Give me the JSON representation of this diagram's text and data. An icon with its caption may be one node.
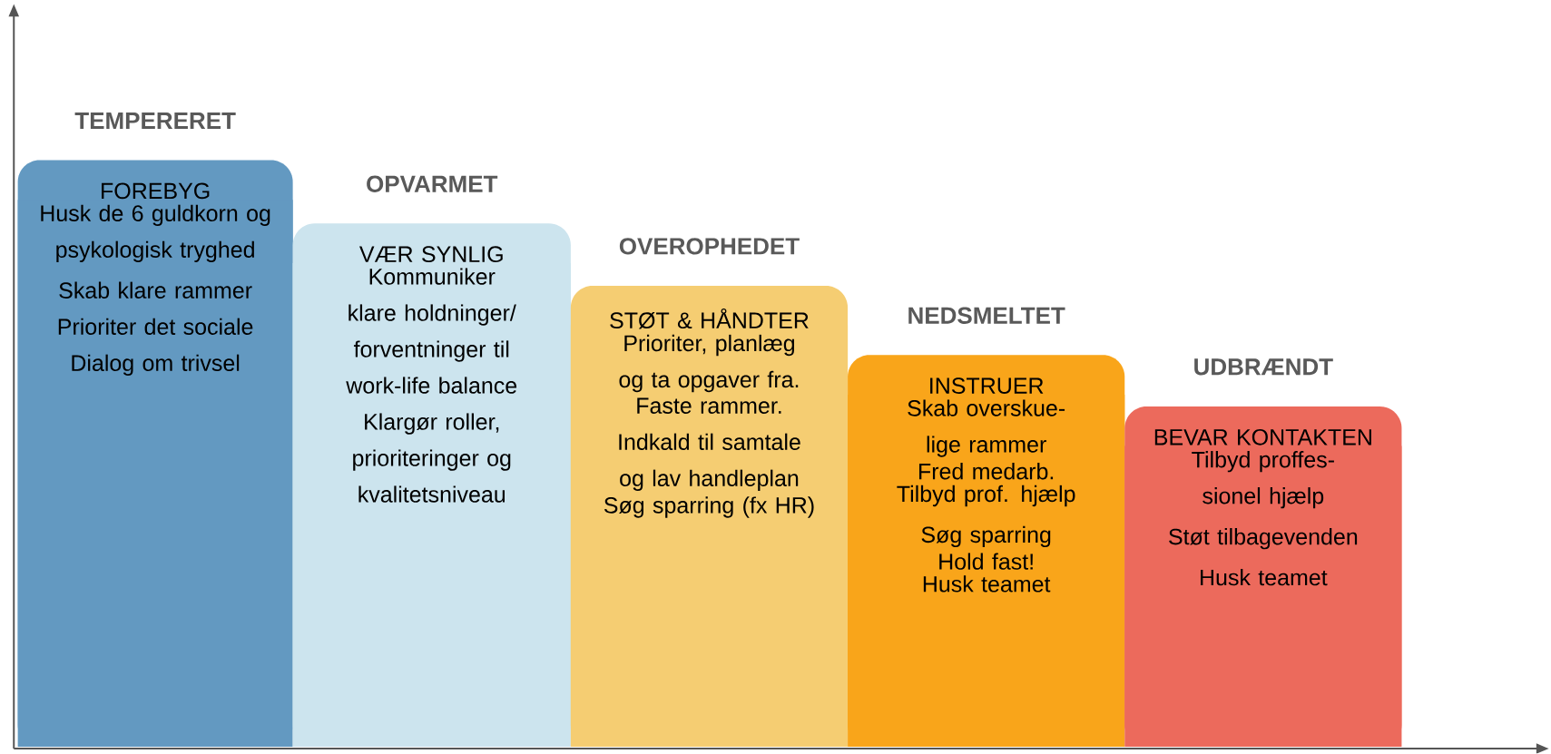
{
  "diagram": {
    "nodes": [
      {
        "text": [
          "TEMPERERET",
          "FOREBYG",
          "Husk de 6 guldkorn og psykologisk tryghed",
          "Skab klare rammer",
          "Prioriter det sociale",
          "Dialog om trivsel"
        ]
      },
      {
        "text": [
          "OPVARMET",
          "VÆR SYNLIG",
          "Kommuniker klare holdninger/ forventninger til work-life balance",
          "Klargør roller, prioriteringer og kvalitetsniveau"
        ]
      },
      {
        "text": [
          "OVEROPHEDET",
          "STØT & HÅNDTER",
          "Prioriter, planlæg og ta opgaver fra.",
          "Faste rammer.",
          "Indkald til samtale og lav handleplan",
          "Søg sparring (fx HR)"
        ]
      },
      {
        "text": [
          "NEDSMELTET",
          "INSTRUER",
          "Skab overskue- lige rammer",
          "Fred medarb.",
          "Tilbyd prof. hjælp",
          "Søg sparring",
          "Hold fast!",
          "Husk teamet"
        ]
      },
      {
        "text": [
          "UDBRÆNDT",
          "BEVAR KONTAKTEN",
          "Tilbyd proffes- sionel hjælp",
          "Støt tilbagevenden",
          "Husk teamet"
        ]
      }
    ]
  }
}
